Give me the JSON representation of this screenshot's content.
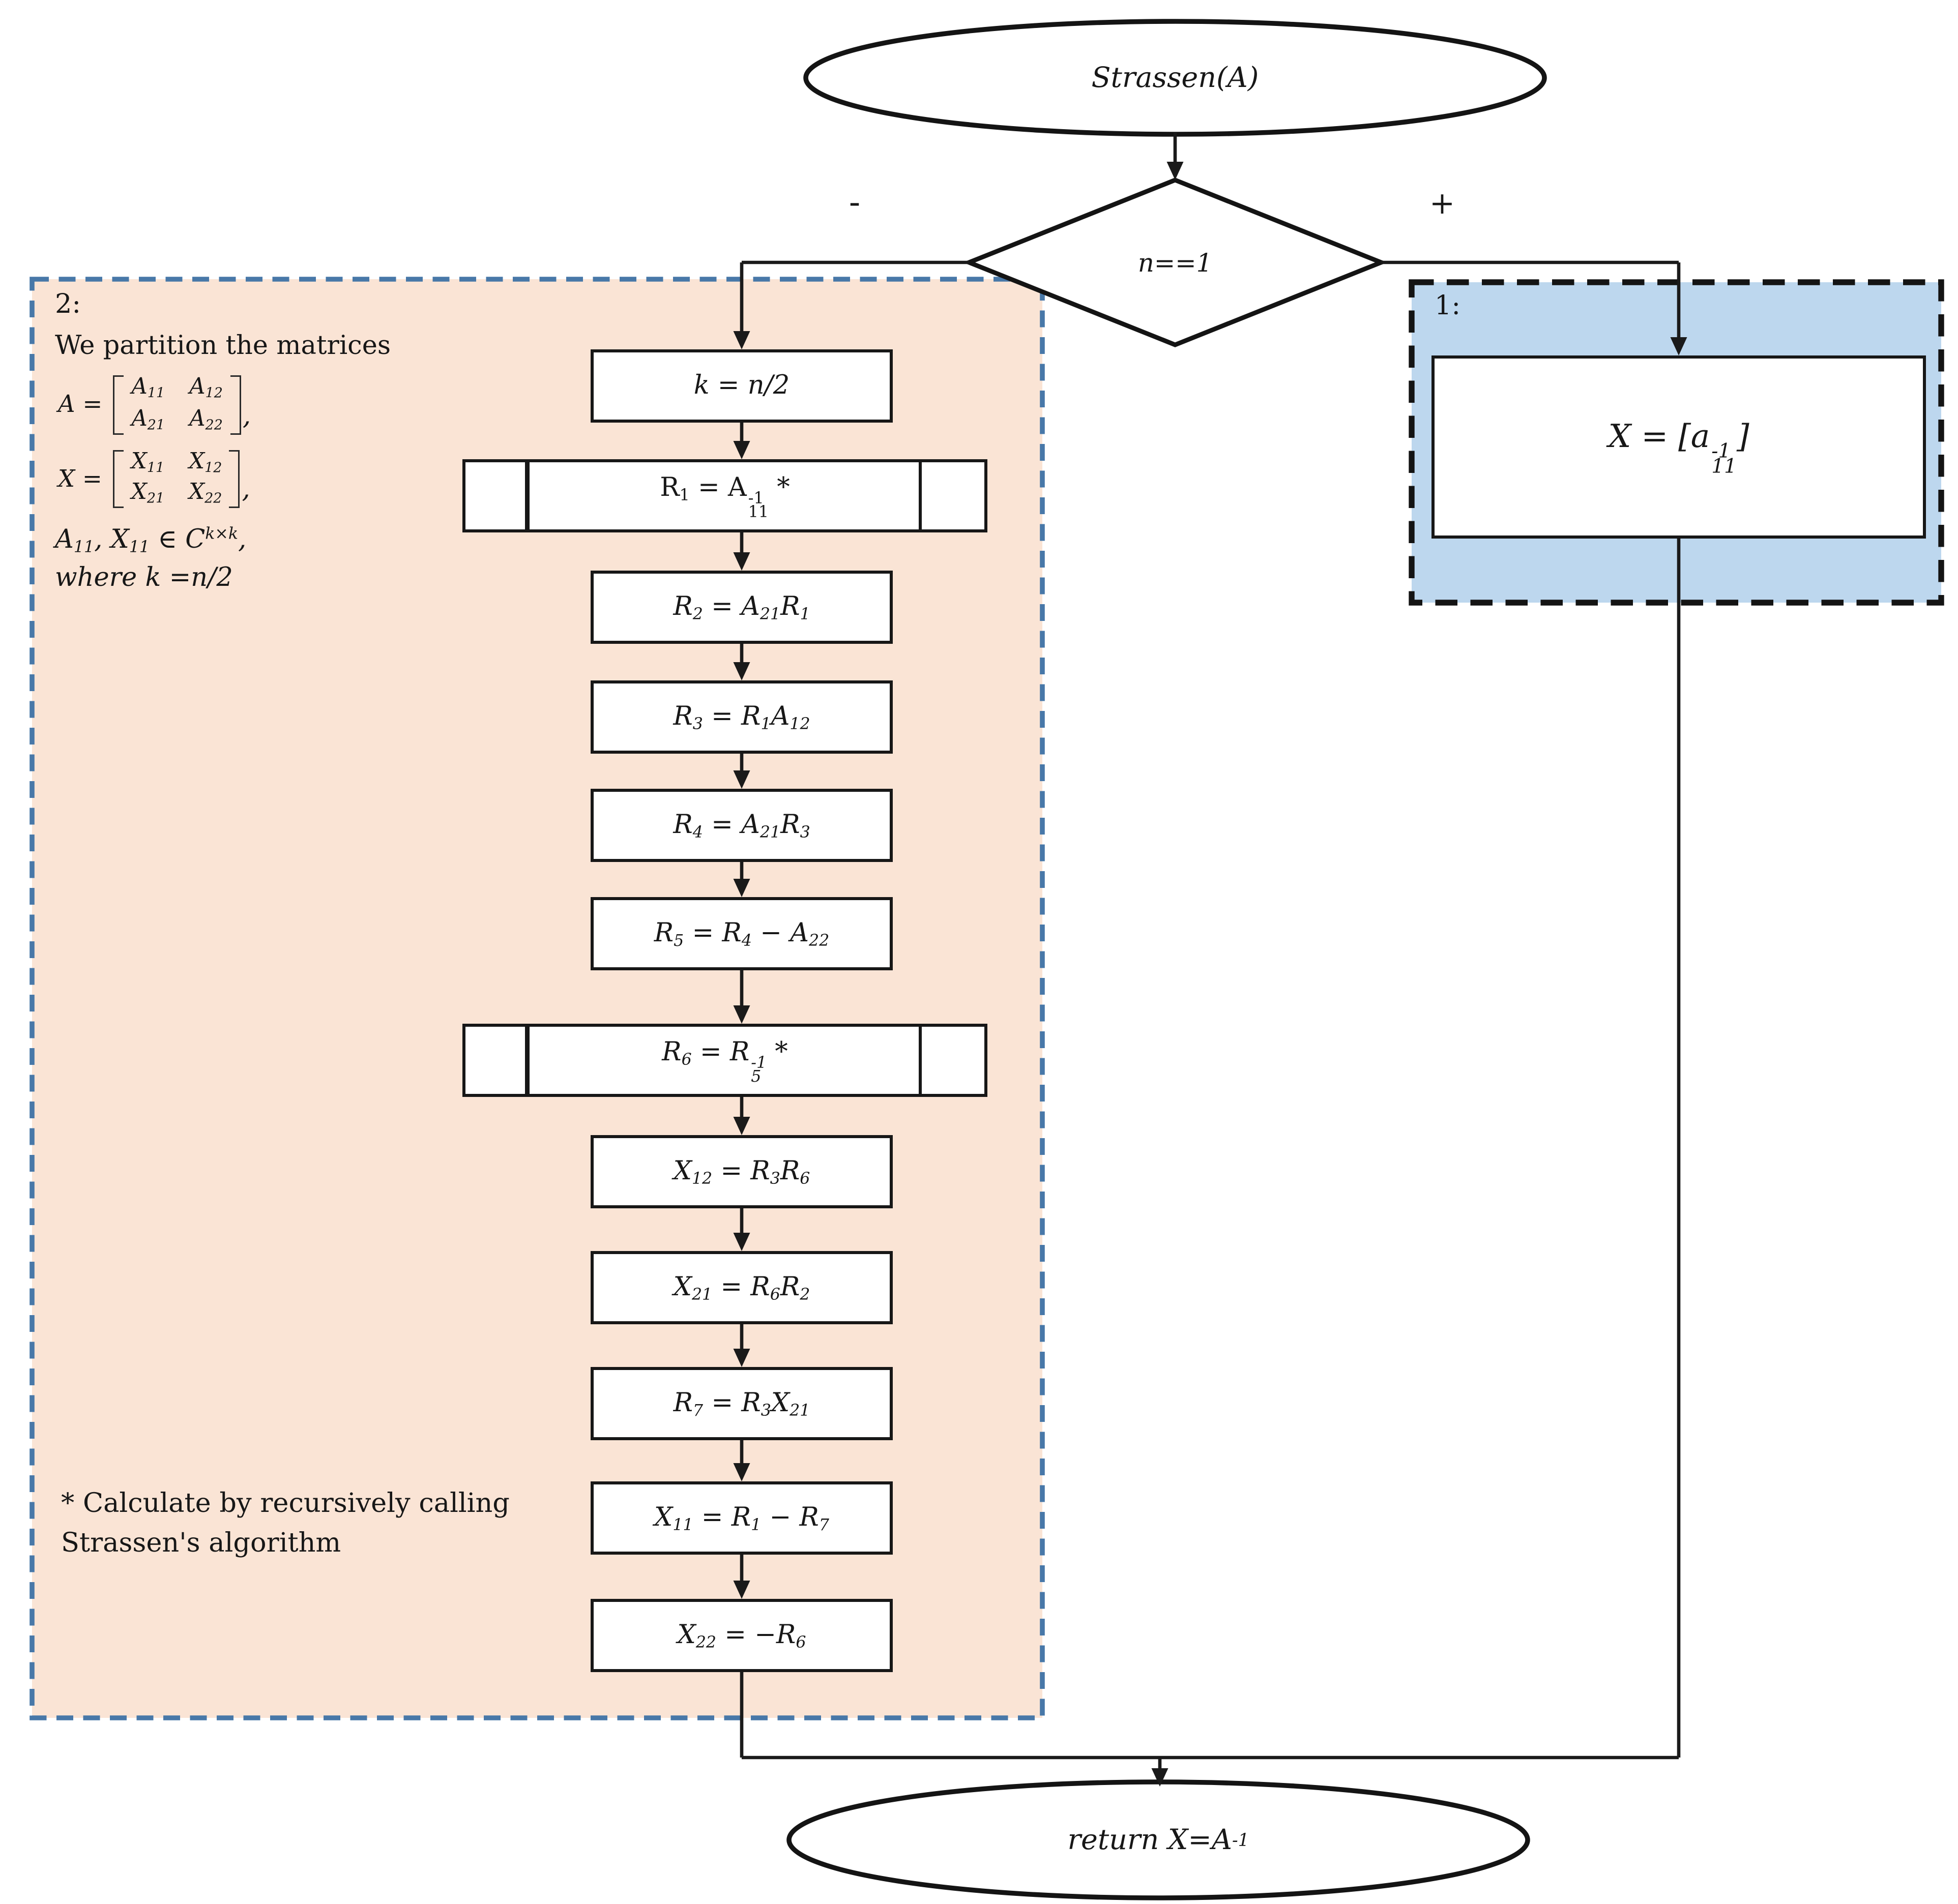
{
  "flow": {
    "start": {
      "label": "Strassen(A)"
    },
    "decision": {
      "label": "n==1",
      "false_label": "-",
      "true_label": "+"
    },
    "recursive_branch": {
      "region_id": "2:",
      "note": {
        "intro": "We partition the matrices",
        "matrix_a": {
          "lhs": "A =",
          "cells": [
            "A_{11}",
            "A_{12}",
            "A_{21}",
            "A_{22}"
          ],
          "trail": ","
        },
        "matrix_x": {
          "lhs": "X =",
          "cells": [
            "X_{11}",
            "X_{12}",
            "X_{21}",
            "X_{22}"
          ],
          "trail": ","
        },
        "membership": "A_{11}, X_{11} ∈ C^{k×k},",
        "where": "where k =n/2"
      },
      "footnote": "* Calculate by recursively calling Strassen's algorithm",
      "steps": [
        {
          "label": "k = n/2",
          "shape": "process"
        },
        {
          "label": "R_{1} = A_{11}^{-1} *",
          "shape": "subroutine",
          "upright": true
        },
        {
          "label": "R_{2} = A_{21}R_{1}",
          "shape": "process"
        },
        {
          "label": "R_{3} = R_{1}A_{12}",
          "shape": "process"
        },
        {
          "label": "R_{4} = A_{21}R_{3}",
          "shape": "process"
        },
        {
          "label": "R_{5} = R_{4} − A_{22}",
          "shape": "process"
        },
        {
          "label": "R_{6} = R_{5}^{-1} *",
          "shape": "subroutine"
        },
        {
          "label": "X_{12} = R_{3}R_{6}",
          "shape": "process"
        },
        {
          "label": "X_{21} = R_{6}R_{2}",
          "shape": "process"
        },
        {
          "label": "R_{7} = R_{3}X_{21}",
          "shape": "process"
        },
        {
          "label": "X_{11} = R_{1} − R_{7}",
          "shape": "process"
        },
        {
          "label": "X_{22} = −R_{6}",
          "shape": "process"
        }
      ]
    },
    "base_case_branch": {
      "region_id": "1:",
      "box_label": "X = [a_{11}^{-1}]"
    },
    "end": {
      "label": "return X=A^{-1}"
    }
  },
  "colors": {
    "recursive_region_fill": "#fae4d5",
    "recursive_region_border": "#4878a8",
    "base_region_fill": "#bdd7ee",
    "base_region_border": "#141414",
    "shape_stroke": "#141414",
    "connector": "#1a1a1a"
  }
}
